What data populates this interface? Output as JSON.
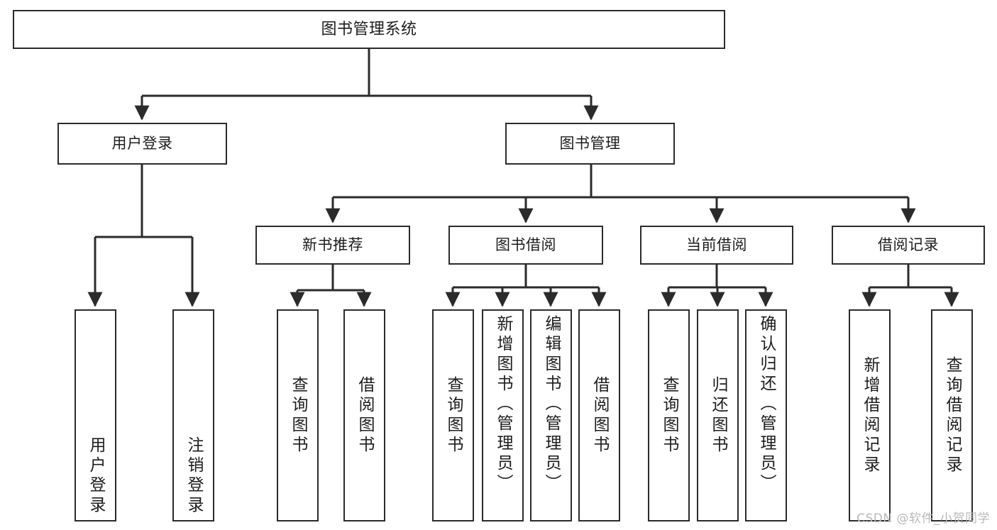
{
  "diagram": {
    "type": "tree-hierarchy",
    "title": "图书管理系统",
    "orientation": "top-down",
    "colors": {
      "box_border": "#2b2b2b",
      "box_fill": "#ffffff",
      "edge": "#2b2b2b",
      "text": "#1d1d1d",
      "watermark": "#b9b9b9",
      "background": "#ffffff"
    }
  },
  "nodes": {
    "root": {
      "label": "图书管理系统"
    },
    "level2": [
      {
        "id": "user-login",
        "label": "用户登录"
      },
      {
        "id": "book-manage",
        "label": "图书管理"
      }
    ],
    "level3": [
      {
        "id": "new-book-recommend",
        "label": "新书推荐"
      },
      {
        "id": "book-borrow",
        "label": "图书借阅"
      },
      {
        "id": "current-borrow",
        "label": "当前借阅"
      },
      {
        "id": "borrow-record",
        "label": "借阅记录"
      }
    ],
    "leaves": {
      "user_login": [
        {
          "id": "leaf-user-login",
          "label": "用户登录"
        },
        {
          "id": "leaf-user-logout",
          "label": "注销登录"
        }
      ],
      "new_book_recommend": [
        {
          "id": "leaf-query-book-1",
          "label": "查询图书"
        },
        {
          "id": "leaf-borrow-book-1",
          "label": "借阅图书"
        }
      ],
      "book_borrow": [
        {
          "id": "leaf-query-book-2",
          "label": "查询图书"
        },
        {
          "id": "leaf-add-book",
          "label": "新增图书（管理员）"
        },
        {
          "id": "leaf-edit-book",
          "label": "编辑图书（管理员）"
        },
        {
          "id": "leaf-borrow-book-2",
          "label": "借阅图书"
        }
      ],
      "current_borrow": [
        {
          "id": "leaf-query-book-3",
          "label": "查询图书"
        },
        {
          "id": "leaf-return-book",
          "label": "归还图书"
        },
        {
          "id": "leaf-confirm-return",
          "label": "确认归还（管理员）"
        }
      ],
      "borrow_record": [
        {
          "id": "leaf-add-record",
          "label": "新增借阅记录"
        },
        {
          "id": "leaf-query-record",
          "label": "查询借阅记录"
        }
      ]
    }
  },
  "watermark": {
    "text": "CSDN @软件_小贺同学"
  }
}
